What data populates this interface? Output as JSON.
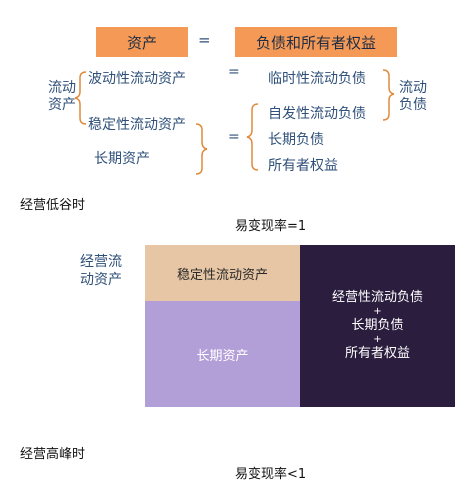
{
  "top": {
    "asset_label": "资产",
    "equals": "=",
    "liab_label": "负债和所有者权益",
    "left_group": "流动\n资产",
    "volatile_ca": "波动性流动资产",
    "eq1": "=",
    "temp_cl": "临时性流动负债",
    "right_group": "流动\n负债",
    "stable_ca": "稳定性流动资产",
    "eq2": "=",
    "spont_cl": "自发性流动负债",
    "lt_debt": "长期负债",
    "lt_assets": "长期资产",
    "equity": "所有者权益"
  },
  "low_season": {
    "label": "经营低谷时",
    "ratio": "易变现率=1"
  },
  "block": {
    "side_label": "经营流\n动资产",
    "stable_ca": "稳定性流动资产",
    "lt_assets": "长期资产",
    "right_lines": [
      "经营性流动负债",
      "+",
      "长期负债",
      "+",
      "所有者权益"
    ],
    "colors": {
      "tan": "#e6c6a4",
      "purple": "#b39fd8",
      "dark": "#2a1d3d"
    }
  },
  "peak_season": {
    "label": "经营高峰时",
    "ratio": "易变现率<1"
  }
}
